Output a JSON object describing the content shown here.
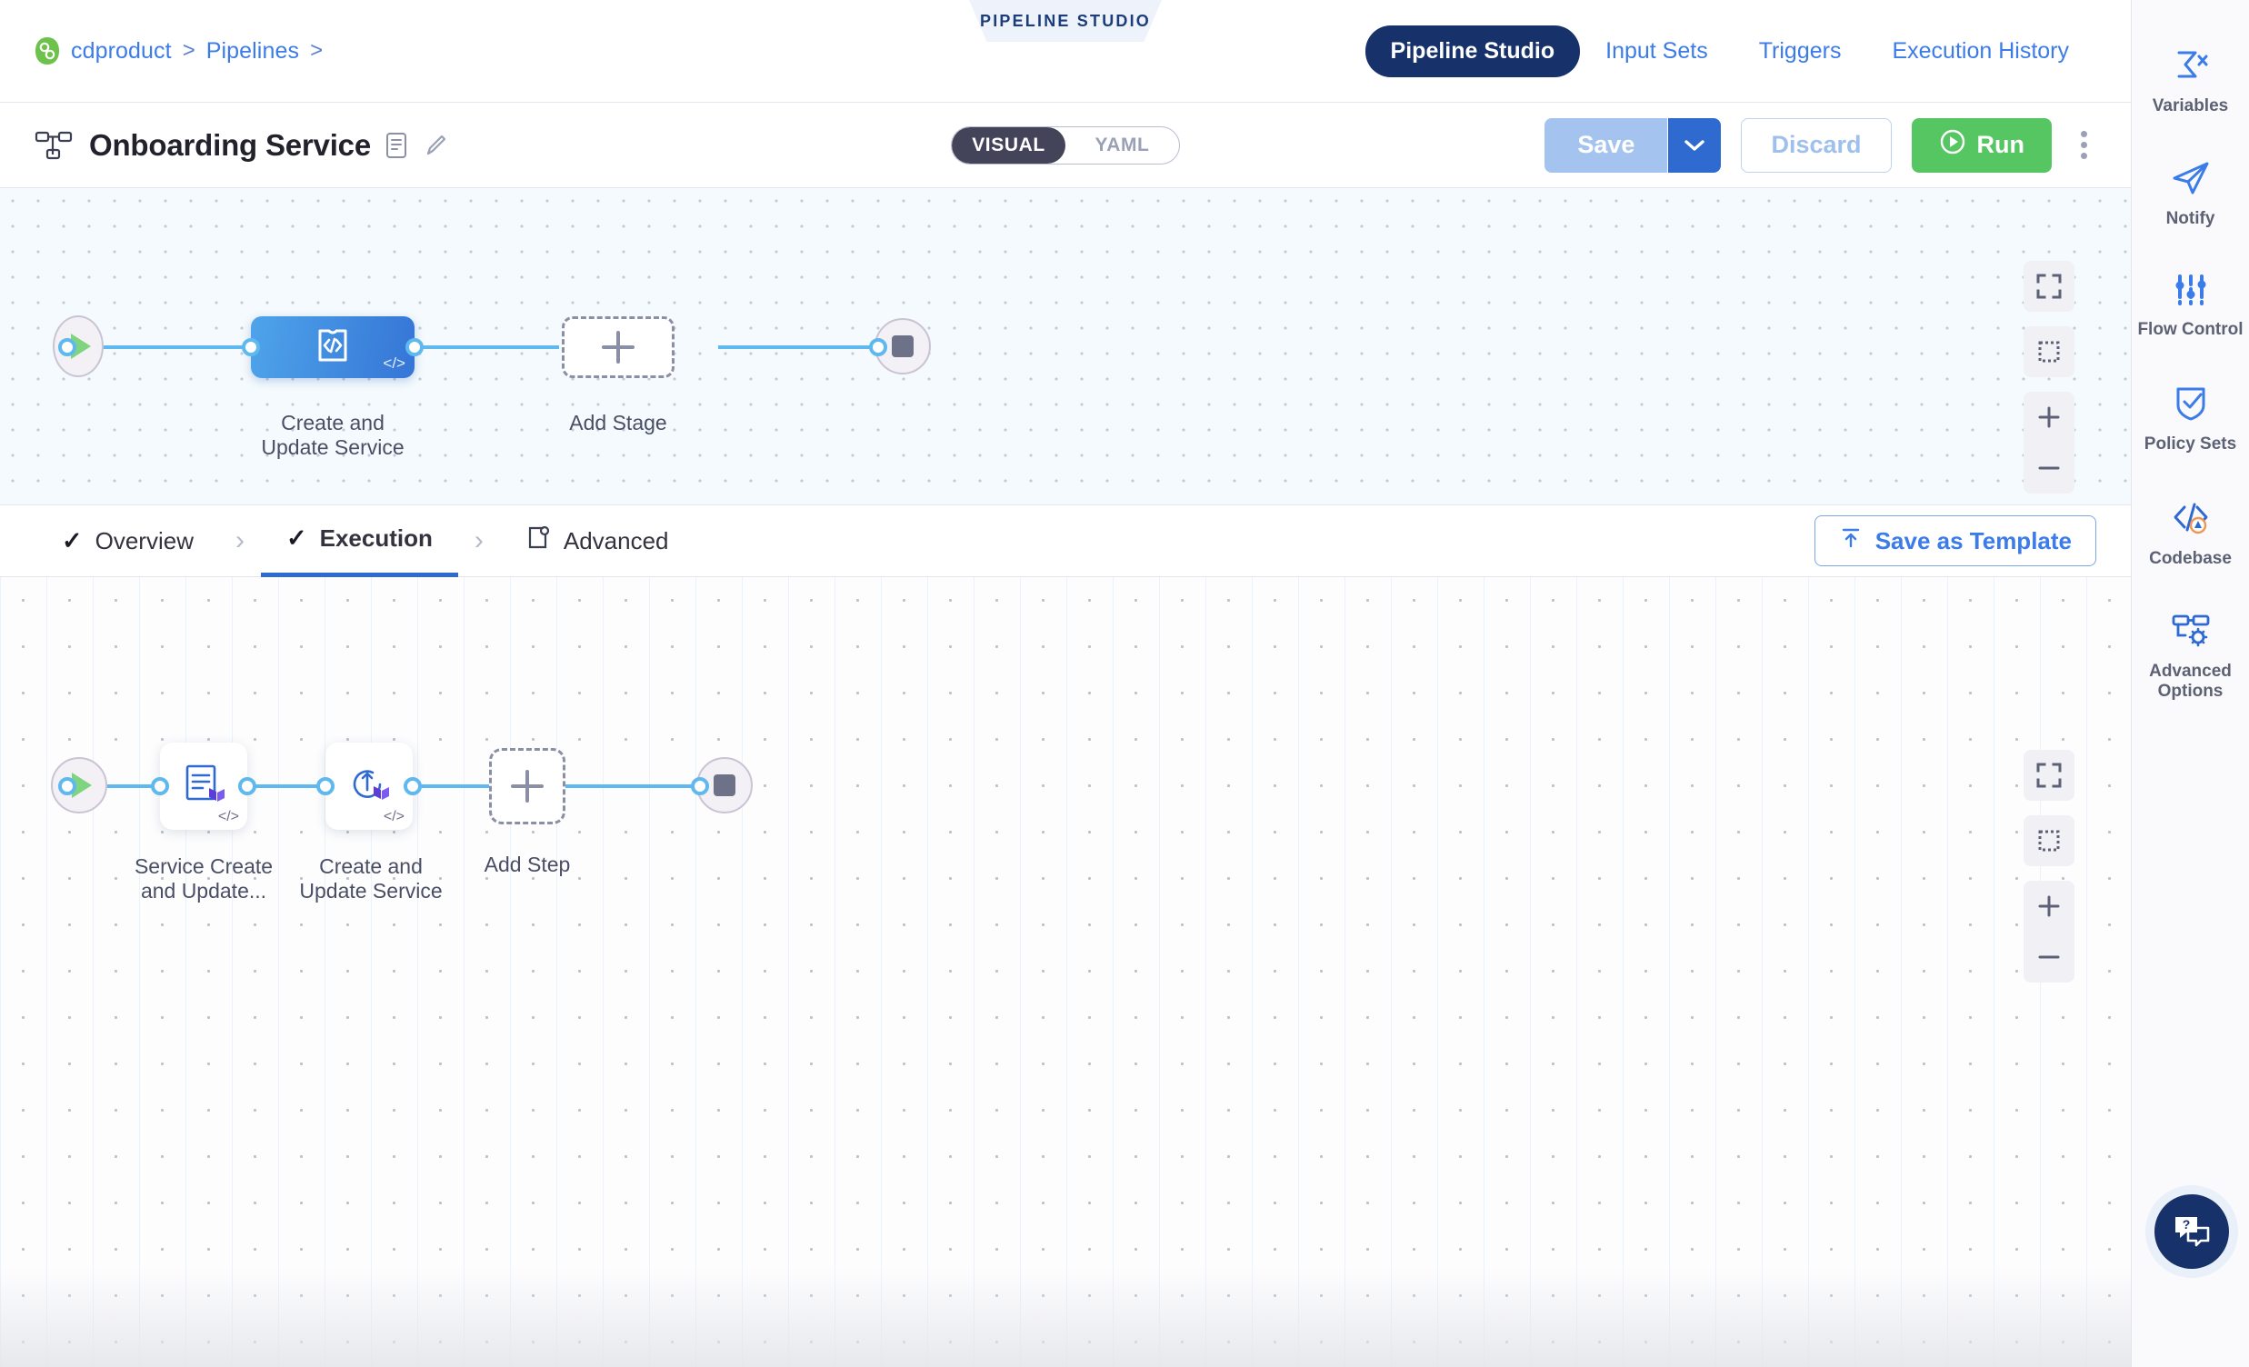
{
  "breadcrumb": {
    "logo_icon": "harness-logo-icon",
    "items": [
      "cdproduct",
      "Pipelines"
    ],
    "separator": ">"
  },
  "studio_tag": {
    "label": "PIPELINE STUDIO"
  },
  "topnav": {
    "items": [
      {
        "label": "Pipeline Studio",
        "active": true
      },
      {
        "label": "Input Sets",
        "active": false
      },
      {
        "label": "Triggers",
        "active": false
      },
      {
        "label": "Execution History",
        "active": false
      }
    ]
  },
  "titlebar": {
    "pipeline_icon": "pipeline-nodes-icon",
    "title": "Onboarding Service",
    "description_icon": "description-icon",
    "edit_icon": "pencil-icon",
    "view_toggle": {
      "options": [
        "VISUAL",
        "YAML"
      ],
      "selected": "VISUAL"
    },
    "save_label": "Save",
    "save_caret_icon": "chevron-down-icon",
    "discard_label": "Discard",
    "run_label": "Run",
    "run_icon": "play-circle-icon",
    "more_icon": "kebab-menu-icon"
  },
  "stage_canvas": {
    "start_node": {
      "icon": "play-icon"
    },
    "stage": {
      "label_line1": "Create and",
      "label_line2": "Update Service",
      "icon": "deployment-stage-icon",
      "badge": "</>"
    },
    "add_stage": {
      "label": "Add Stage",
      "icon": "plus-icon"
    },
    "end_node": {
      "icon": "stop-icon"
    },
    "controls": [
      "fit-screen-icon",
      "selection-box-icon",
      "zoom-in-icon",
      "zoom-out-icon"
    ]
  },
  "tabs": {
    "items": [
      {
        "label": "Overview",
        "icon": "check-icon",
        "active": false
      },
      {
        "label": "Execution",
        "icon": "check-icon",
        "active": true
      },
      {
        "label": "Advanced",
        "icon": "advanced-gear-icon",
        "active": false
      }
    ],
    "chevron": "›",
    "save_as_template": {
      "label": "Save as Template",
      "icon": "template-upload-icon"
    }
  },
  "execution_canvas": {
    "start_node": {
      "icon": "play-icon"
    },
    "steps": [
      {
        "label_line1": "Service Create",
        "label_line2": "and Update...",
        "icon": "terraform-plan-icon",
        "badge": "</>"
      },
      {
        "label_line1": "Create and",
        "label_line2": "Update Service",
        "icon": "terraform-apply-icon",
        "badge": "</>"
      }
    ],
    "add_step": {
      "label": "Add Step",
      "icon": "plus-icon"
    },
    "end_node": {
      "icon": "stop-icon"
    },
    "controls": [
      "fit-screen-icon",
      "selection-box-icon",
      "zoom-in-icon",
      "zoom-out-icon"
    ]
  },
  "rail": {
    "items": [
      {
        "label": "Variables",
        "icon": "sigma-variables-icon"
      },
      {
        "label": "Notify",
        "icon": "paper-plane-icon"
      },
      {
        "label": "Flow Control",
        "icon": "sliders-icon"
      },
      {
        "label": "Policy Sets",
        "icon": "shield-check-icon"
      },
      {
        "label": "Codebase",
        "icon": "codebase-warning-icon"
      },
      {
        "label": "Advanced Options",
        "icon": "advanced-options-icon"
      }
    ],
    "help": {
      "icon": "help-chat-icon",
      "glyph": "?"
    }
  },
  "colors": {
    "brand_blue": "#3b7ce8",
    "nav_active": "#17316b",
    "run_green": "#56c662",
    "stage_gradient_from": "#4ea4ea",
    "stage_gradient_to": "#3575d6",
    "edge_blue": "#5fb8ee",
    "terraform_purple": "#5c3ed6"
  }
}
